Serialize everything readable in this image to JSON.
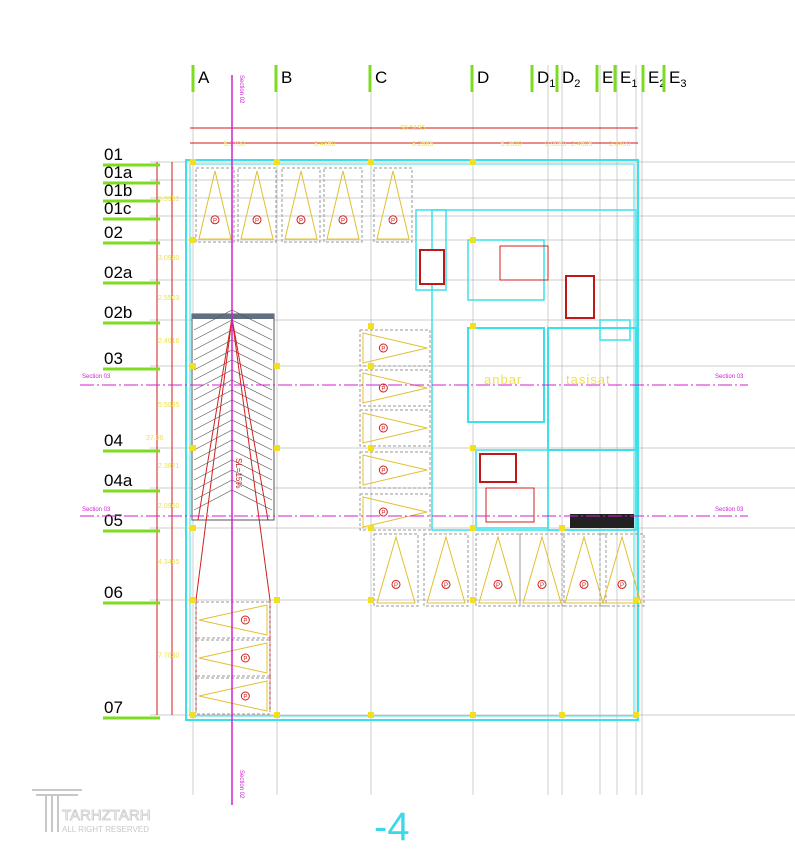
{
  "drawing": {
    "level_label": "-4",
    "columns": [
      "A",
      "B",
      "C",
      "D",
      "D1",
      "D2",
      "E",
      "E1",
      "E2",
      "E3"
    ],
    "rows": [
      "01",
      "01a",
      "01b",
      "01c",
      "02",
      "02a",
      "02b",
      "03",
      "04",
      "04a",
      "05",
      "06",
      "07"
    ],
    "dimensions_top_total": "30.5195",
    "dimensions_top": [
      "5.1700",
      "8.4850",
      "8.2665",
      "5.2610",
      "0.9950",
      "2.4605",
      "2.4490"
    ],
    "dimensions_left_total": "37.96",
    "dimensions_left": [
      "5.3351",
      "3.0980",
      "2.5503",
      "2.4016",
      "5.5085",
      "2.3821",
      "2.0960",
      "4.3485",
      "7.7030"
    ],
    "rooms": {
      "anbar": "anbar",
      "tasisat": "tasisat"
    },
    "ramp_label": "SL=15%",
    "section_label": "Section 03",
    "section_label_vertical": "Section 02",
    "parking_symbol": "P",
    "logo": {
      "name": "TARHZTARH",
      "tagline": "ALL RIGHT RESERVED"
    }
  },
  "colors": {
    "grid_marker": "#7ddc1f",
    "wall": "#3de0e8",
    "dimension": "#d01818",
    "section": "#d020d0",
    "text_yellow": "#f0e050",
    "level": "#3dd8e8"
  }
}
